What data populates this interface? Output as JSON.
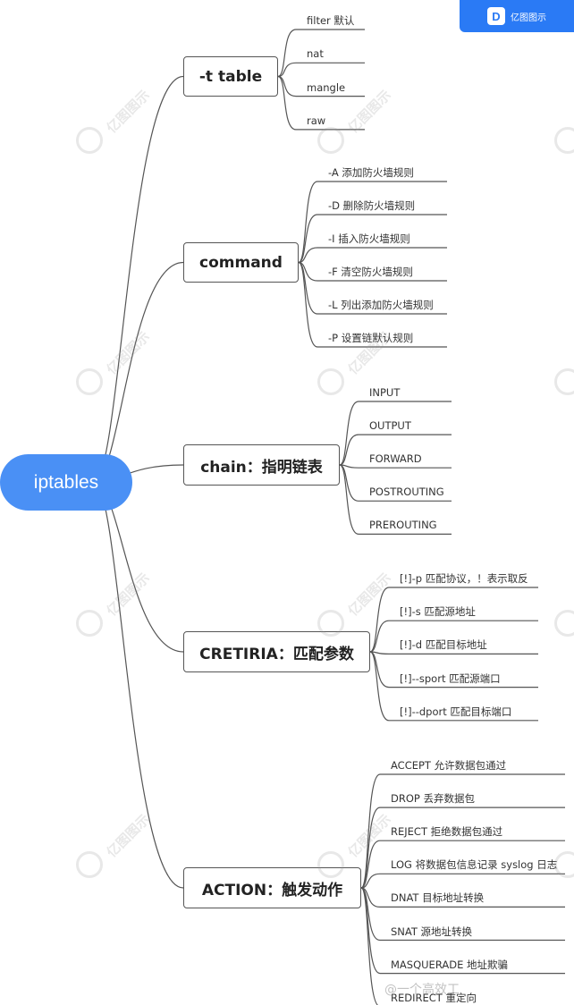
{
  "brand": {
    "logo_text": "亿图图示",
    "logo_mark": "D"
  },
  "watermark": {
    "text": "亿图图示"
  },
  "footer_watermark": "@一个高效工",
  "mindmap": {
    "root": "iptables",
    "branches": [
      {
        "label": "-t table",
        "leaves": [
          "filter 默认",
          "nat",
          "mangle",
          "raw"
        ]
      },
      {
        "label": "command",
        "leaves": [
          "-A 添加防火墙规则",
          "-D 删除防火墙规则",
          "-I 插入防火墙规则",
          "-F 清空防火墙规则",
          "-L 列出添加防火墙规则",
          "-P 设置链默认规则"
        ]
      },
      {
        "label": "chain：指明链表",
        "leaves": [
          "INPUT",
          "OUTPUT",
          "FORWARD",
          "POSTROUTING",
          "PREROUTING"
        ]
      },
      {
        "label": "CRETIRIA：匹配参数",
        "leaves": [
          "[!]-p 匹配协议，！表示取反",
          "[!]-s 匹配源地址",
          "[!]-d 匹配目标地址",
          "[!]--sport 匹配源端口",
          "[!]--dport 匹配目标端口"
        ]
      },
      {
        "label": "ACTION：触发动作",
        "leaves": [
          "ACCEPT 允许数据包通过",
          "DROP 丢弃数据包",
          "REJECT 拒绝数据包通过",
          "LOG 将数据包信息记录 syslog 日志",
          "DNAT 目标地址转换",
          "SNAT 源地址转换",
          "MASQUERADE 地址欺骗",
          "REDIRECT 重定向"
        ]
      }
    ]
  },
  "colors": {
    "root": "#4a90f5",
    "brand": "#2a7af5",
    "line": "#555555"
  }
}
